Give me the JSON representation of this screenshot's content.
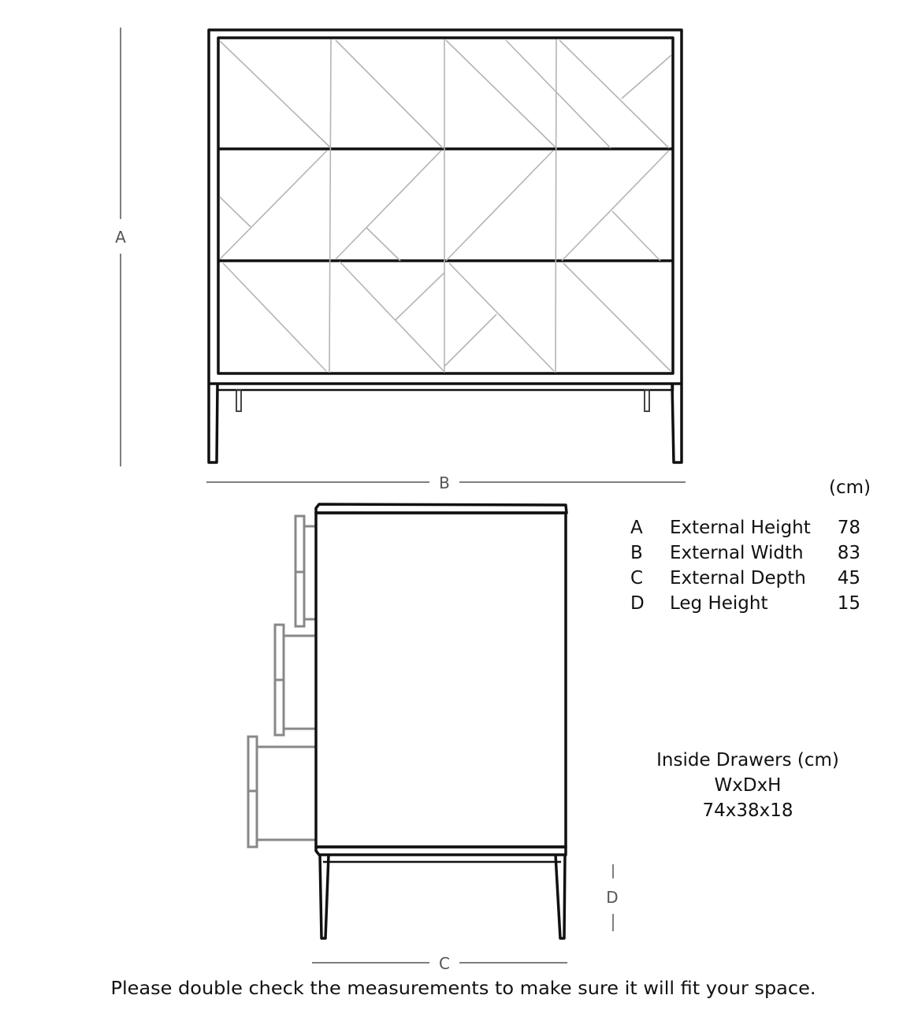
{
  "dimension_labels": {
    "a": "A",
    "b": "B",
    "c": "C",
    "d": "D"
  },
  "legend": {
    "unit": "(cm)",
    "rows": [
      {
        "key": "A",
        "label": "External Height",
        "value": "78"
      },
      {
        "key": "B",
        "label": "External Width",
        "value": "83"
      },
      {
        "key": "C",
        "label": "External Depth",
        "value": "45"
      },
      {
        "key": "D",
        "label": "Leg Height",
        "value": "15"
      }
    ]
  },
  "inside_drawers": {
    "title": "Inside Drawers (cm)",
    "format": "WxDxH",
    "value": "74x38x18"
  },
  "footer_note": "Please double check the measurements to make sure it will fit your space."
}
